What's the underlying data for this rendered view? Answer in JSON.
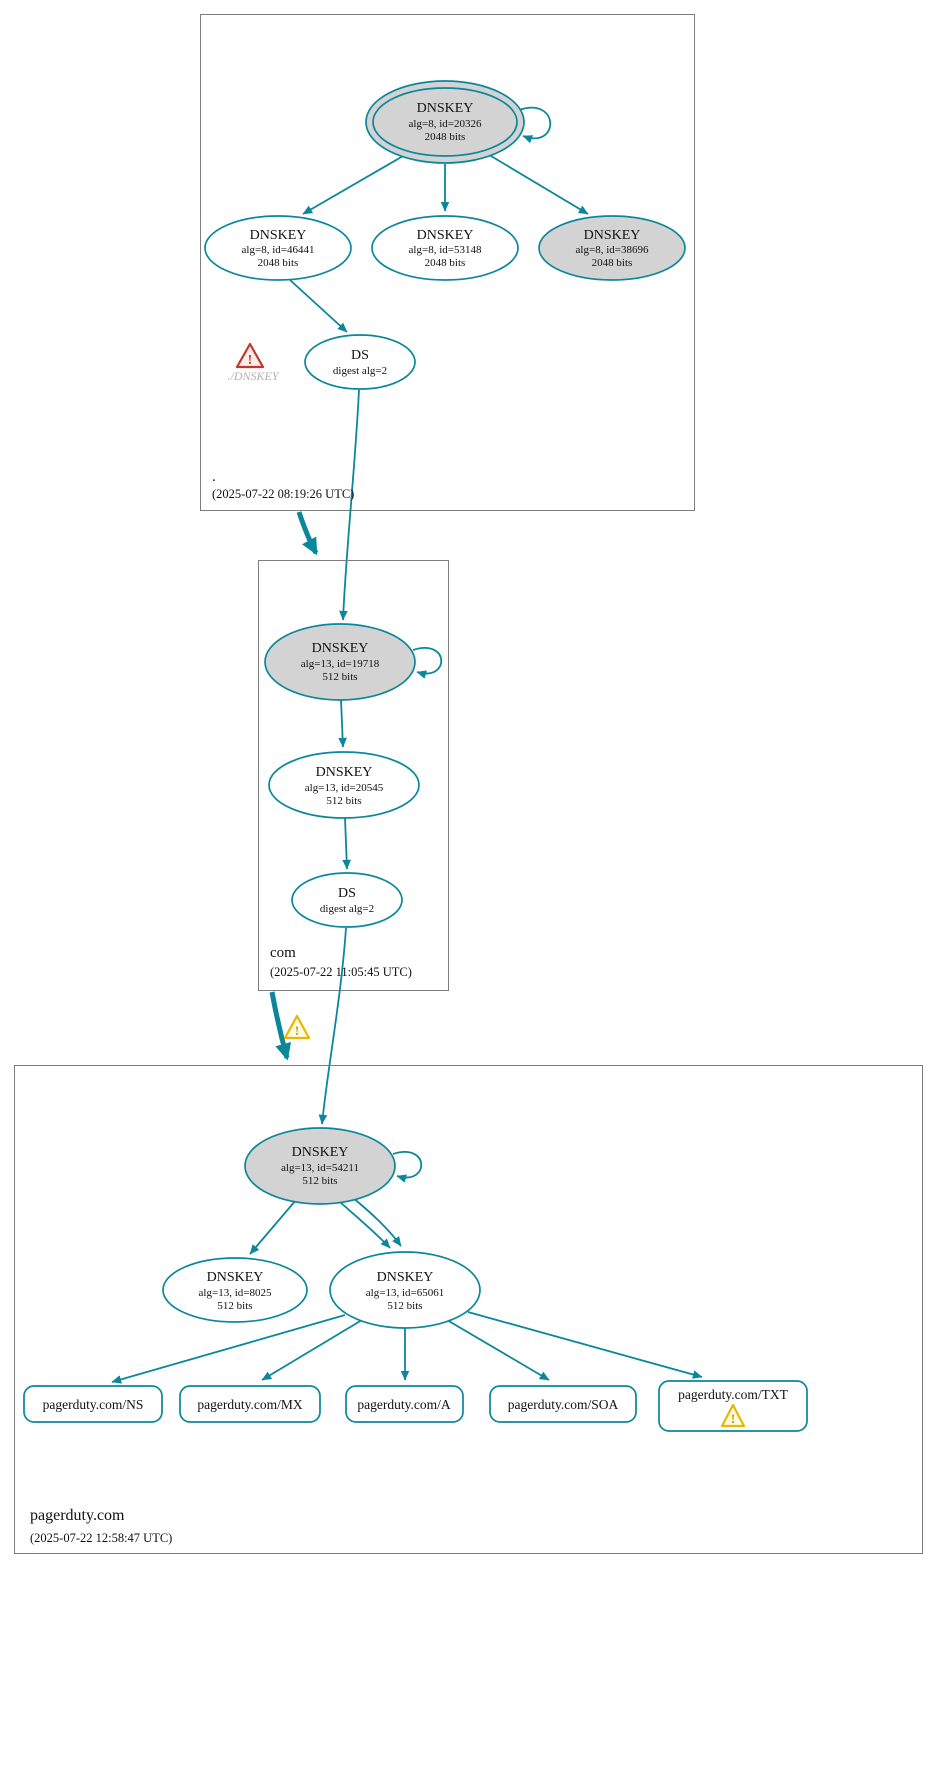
{
  "colors": {
    "edge_secure": "#0a879a",
    "node_sep_fill": "#d3d3d3",
    "node_fill": "#ffffff",
    "warning": "#e6b800",
    "error": "#c0392b"
  },
  "icons": {
    "warning_glyph": "!",
    "error_glyph": "!"
  },
  "root_zone": {
    "name": ".",
    "timestamp": "(2025-07-22 08:19:26 UTC)",
    "ksk": {
      "type": "DNSKEY",
      "alg": "alg=8, id=20326",
      "bits": "2048 bits"
    },
    "zsk_a": {
      "type": "DNSKEY",
      "alg": "alg=8, id=46441",
      "bits": "2048 bits"
    },
    "zsk_b": {
      "type": "DNSKEY",
      "alg": "alg=8, id=53148",
      "bits": "2048 bits"
    },
    "ksk_b": {
      "type": "DNSKEY",
      "alg": "alg=8, id=38696",
      "bits": "2048 bits"
    },
    "ds": {
      "type": "DS",
      "digest": "digest alg=2"
    },
    "error_label": "./DNSKEY"
  },
  "com_zone": {
    "name": "com",
    "timestamp": "(2025-07-22 11:05:45 UTC)",
    "ksk": {
      "type": "DNSKEY",
      "alg": "alg=13, id=19718",
      "bits": "512 bits"
    },
    "zsk": {
      "type": "DNSKEY",
      "alg": "alg=13, id=20545",
      "bits": "512 bits"
    },
    "ds": {
      "type": "DS",
      "digest": "digest alg=2"
    }
  },
  "pagerduty_zone": {
    "name": "pagerduty.com",
    "timestamp": "(2025-07-22 12:58:47 UTC)",
    "ksk": {
      "type": "DNSKEY",
      "alg": "alg=13, id=54211",
      "bits": "512 bits"
    },
    "zsk_a": {
      "type": "DNSKEY",
      "alg": "alg=13, id=8025",
      "bits": "512 bits"
    },
    "zsk_b": {
      "type": "DNSKEY",
      "alg": "alg=13, id=65061",
      "bits": "512 bits"
    },
    "rrsets": [
      {
        "label": "pagerduty.com/NS"
      },
      {
        "label": "pagerduty.com/MX"
      },
      {
        "label": "pagerduty.com/A"
      },
      {
        "label": "pagerduty.com/SOA"
      },
      {
        "label": "pagerduty.com/TXT"
      }
    ]
  }
}
